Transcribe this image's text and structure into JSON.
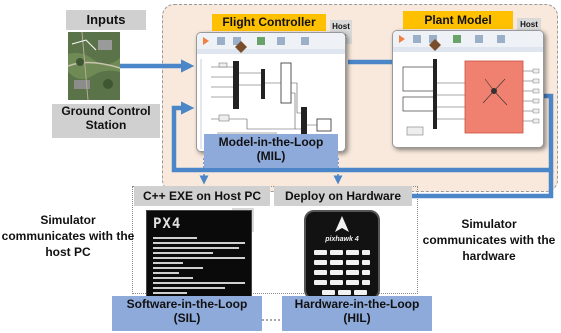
{
  "labels": {
    "inputs": "Inputs",
    "ground_control_station": "Ground Control Station",
    "flight_controller": "Flight Controller",
    "plant_model": "Plant Model",
    "host_pc": "Host PC",
    "mil_line1": "Model-in-the-Loop",
    "mil_line2": "(MIL)",
    "cpp_exe": "C++ EXE on Host PC",
    "deploy_hw": "Deploy on Hardware",
    "sim_host": "Simulator communicates with the host PC",
    "sim_hw": "Simulator communicates with the hardware",
    "sil_line1": "Software-in-the-Loop",
    "sil_line2": "(SIL)",
    "hil_line1": "Hardware-in-the-Loop",
    "hil_line2": "(HIL)",
    "px4": "PX4",
    "pixhawk": "pixhawk 4"
  },
  "colors": {
    "arrow": "#4a86c8",
    "mil_region": "#f8e9dc",
    "label_blue": "#8eaadb",
    "label_yellow": "#ffc000",
    "label_gray": "#d0d0d0",
    "subsystem_red": "#f08070"
  }
}
